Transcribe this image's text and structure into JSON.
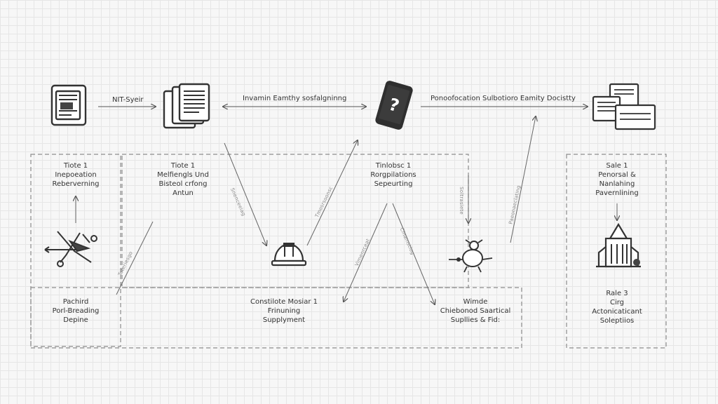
{
  "top_row": {
    "label_1": "NIT-Syeir",
    "label_2": "Invamin Eamthy sosfalgninng",
    "label_3": "Ponoofocation Sulbotioro Eamity Docistty"
  },
  "groups": {
    "left": {
      "title": "Tiote 1\nInepoeation\nReberverning",
      "bottom": "Pachird\nPorl-Breading\nDepine"
    },
    "middle_left": {
      "title": "Tiote 1\nMelfiengls Und\nBisteol crfong\nAntun"
    },
    "center": {
      "bottom": "Constilote Mosiar 1\nFrinuning\nSupplyment"
    },
    "center_right": {
      "title": "Tinlobsc 1\nRorgpilations\nSepeurting",
      "bottom": "Wimde\nChiebonod Saartical\nSupllies & Fid:"
    },
    "right": {
      "title": "Sale 1\nPenorsal &\nNanlahing\nPavernlining",
      "bottom": "Rale 3\nCirg\nActonicaticant\nSoleptiios"
    }
  },
  "edge_labels": [
    "Snenceeiag",
    "Tmosrsoonsc",
    "Teteriesgo",
    "Vimenrceat",
    "Cinamstiog",
    "Soltrasiete",
    "Paeonaeclating"
  ],
  "icons": [
    "document-stack-icon",
    "documents-icon",
    "question-mobile-icon",
    "forms-icon",
    "scissors-tools-icon",
    "hard-hat-icon",
    "drone-icon",
    "building-icon"
  ]
}
